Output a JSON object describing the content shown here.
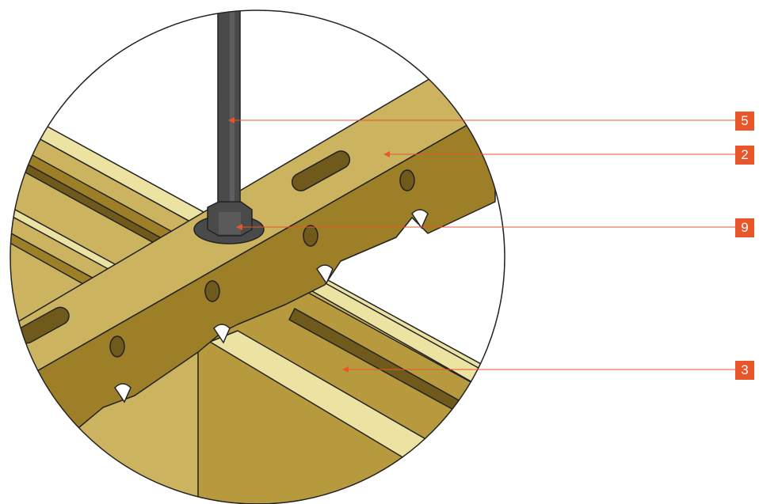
{
  "colors": {
    "callout": "#e8562a",
    "metal_light": "#ccb35f",
    "metal_mid": "#b89a3e",
    "metal_dark": "#9c7f27",
    "metal_shadow": "#6f5a1c",
    "metal_highlight": "#ece3a3",
    "rod": "#4a4a4a",
    "outline": "#222222"
  },
  "icons": {
    "rod": "threaded-rod-icon",
    "nut": "hex-nut-icon"
  },
  "callouts": [
    {
      "label": "5"
    },
    {
      "label": "2"
    },
    {
      "label": "9"
    },
    {
      "label": "3"
    }
  ]
}
